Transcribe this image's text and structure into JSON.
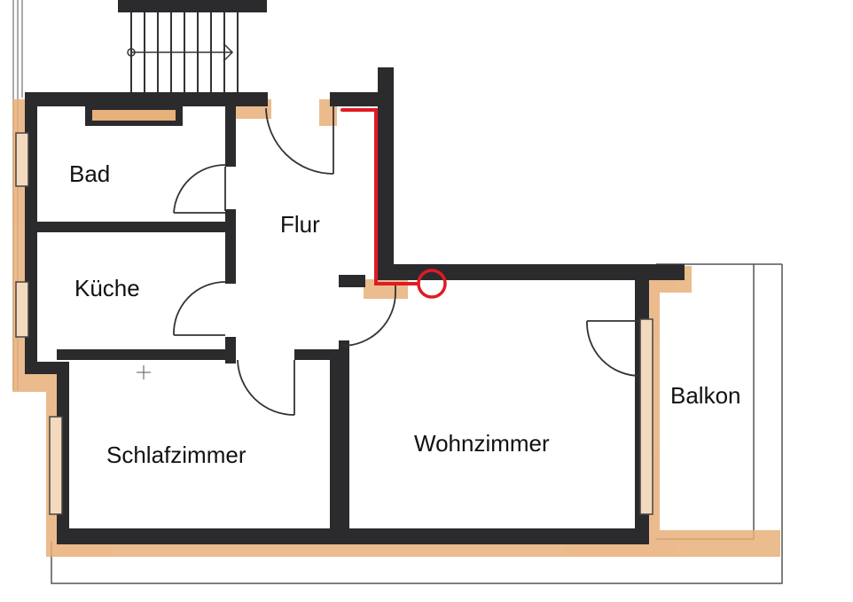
{
  "rooms": {
    "bad": "Bad",
    "kueche": "Küche",
    "flur": "Flur",
    "schlafzimmer": "Schlafzimmer",
    "wohnzimmer": "Wohnzimmer",
    "balkon": "Balkon"
  },
  "colors": {
    "wall": "#2b2b2e",
    "insulation": "#e8b07a",
    "annotation": "#e01b24",
    "outline": "#555555"
  }
}
